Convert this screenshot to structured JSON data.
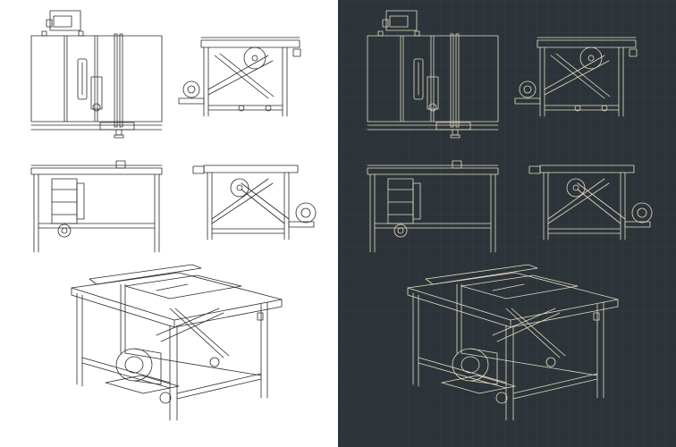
{
  "panels": [
    {
      "id": "light",
      "background": "#ffffff",
      "line_color": "#2b2b2b",
      "grid": false
    },
    {
      "id": "dark",
      "background": "#2c343a",
      "line_color": "#e6dcc0",
      "grid": true,
      "grid_color": "#3a434a"
    }
  ],
  "views": [
    "front-view",
    "side-view",
    "front-view-open",
    "side-view-motor",
    "isometric-view"
  ]
}
